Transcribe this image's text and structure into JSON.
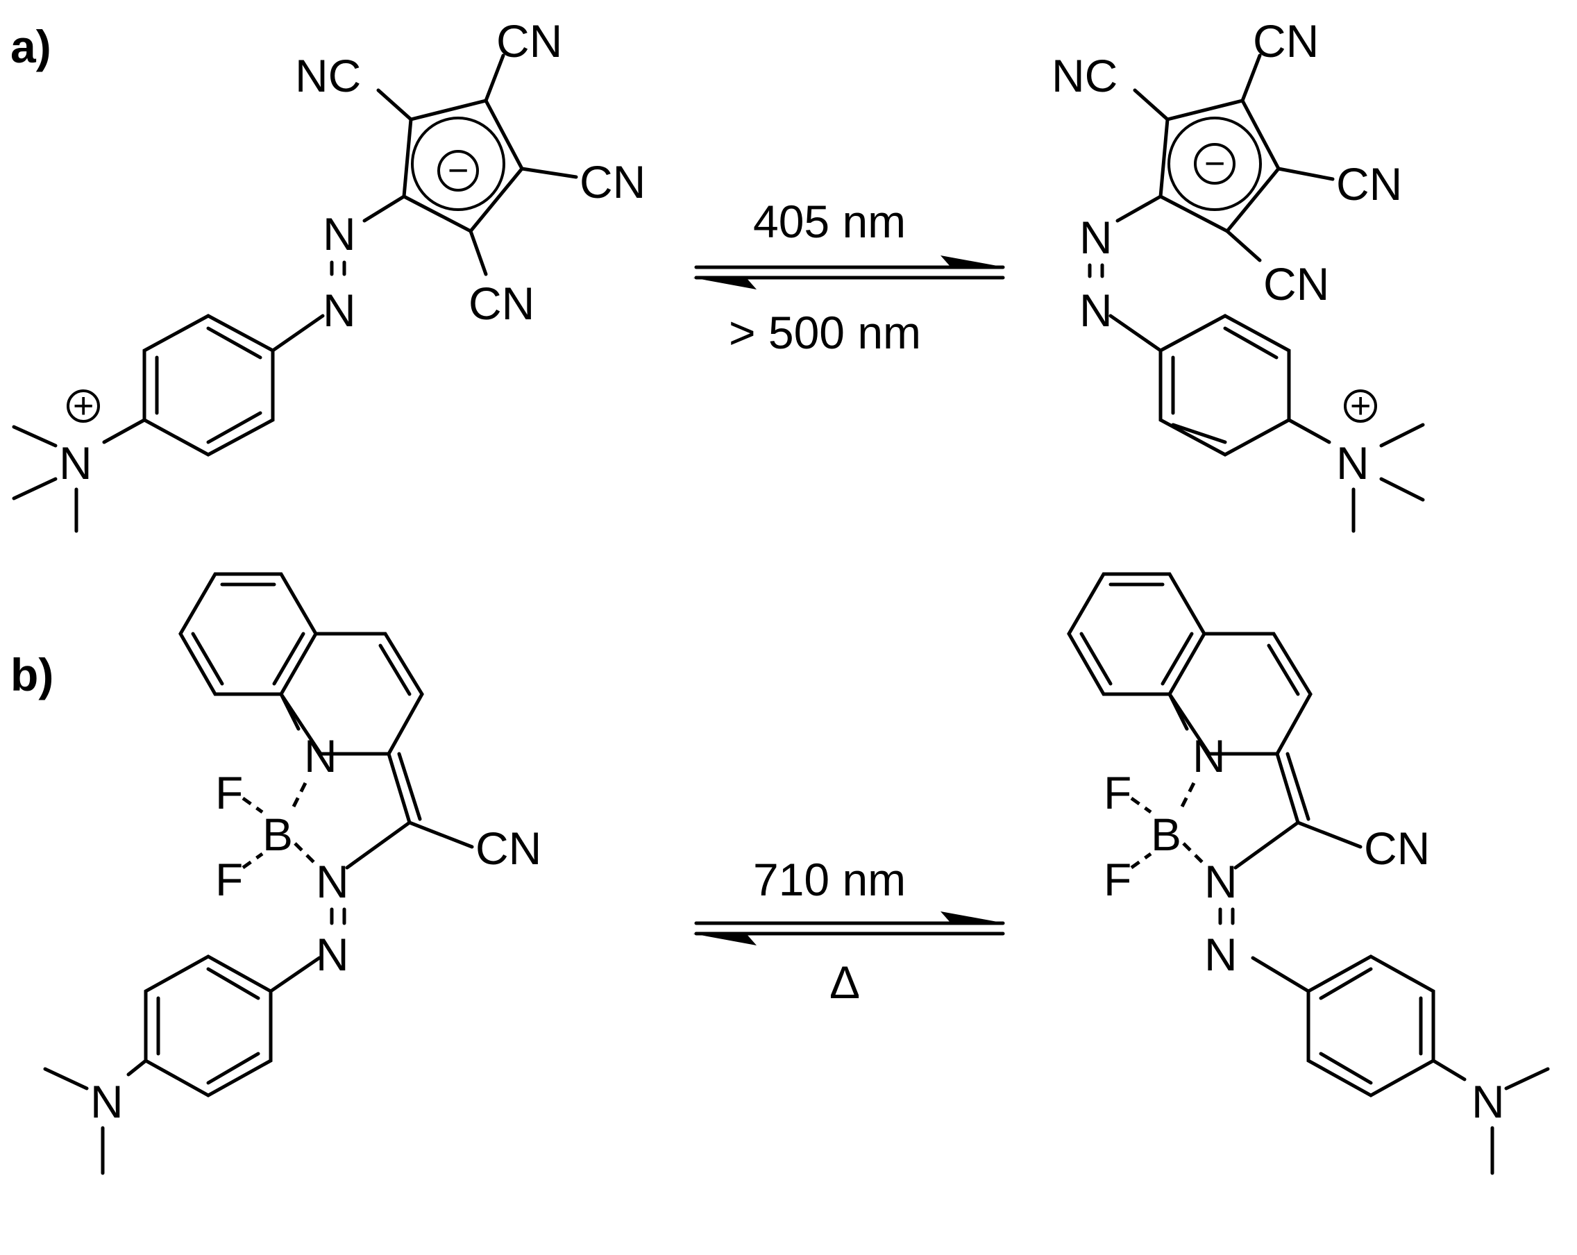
{
  "panels": {
    "a": "a)",
    "b": "b)"
  },
  "atoms": {
    "cn": "CN",
    "nc": "NC",
    "n": "N",
    "b": "B",
    "f": "F",
    "plus": "+",
    "minus": "−"
  },
  "conditions": {
    "a_forward": "405 nm",
    "a_reverse": "> 500 nm",
    "b_forward": "710 nm",
    "b_reverse": "Δ"
  }
}
